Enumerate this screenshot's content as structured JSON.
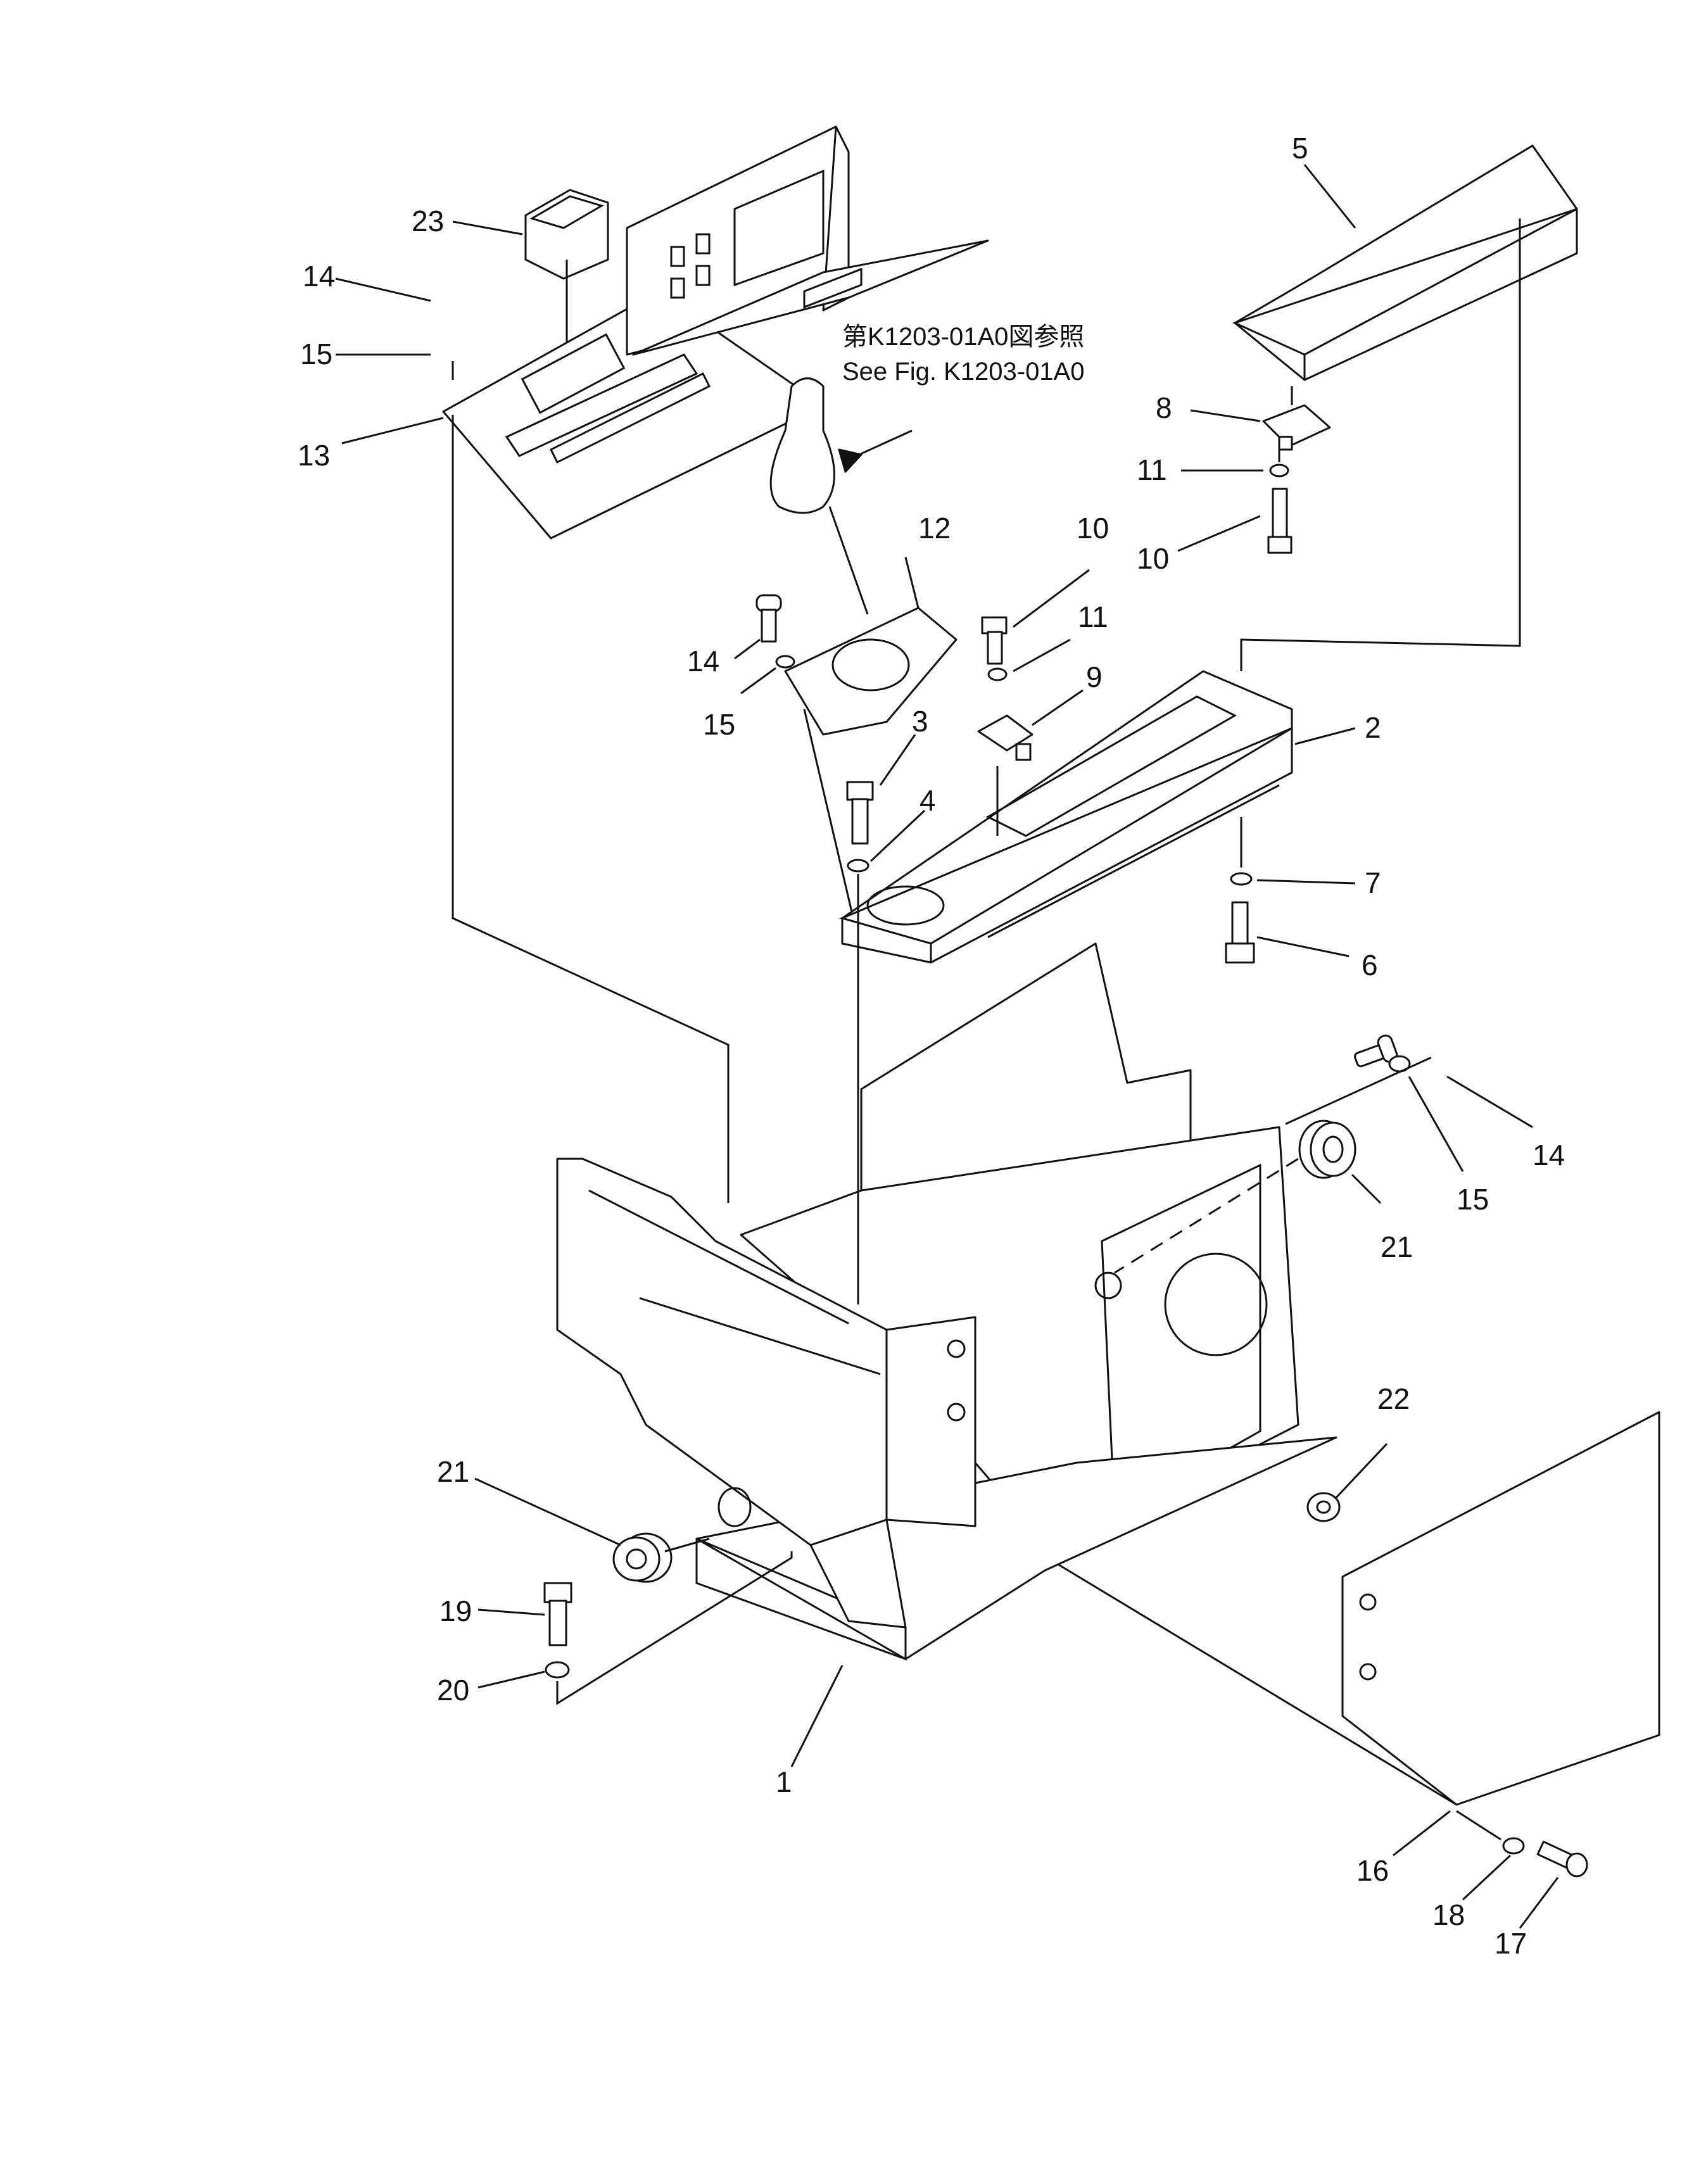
{
  "diagram": {
    "note": {
      "jp": "第K1203-01A0図参照",
      "en": "See  Fig. K1203-01A0"
    },
    "callouts": {
      "c23": "23",
      "c14a": "14",
      "c15a": "15",
      "c13": "13",
      "c5": "5",
      "c8": "8",
      "c11a": "11",
      "c10a": "10",
      "c12": "12",
      "c10b": "10",
      "c11b": "11",
      "c9": "9",
      "c14b": "14",
      "c15b": "15",
      "c3": "3",
      "c4": "4",
      "c2": "2",
      "c7": "7",
      "c6": "6",
      "c14c": "14",
      "c15c": "15",
      "c21a": "21",
      "c22": "22",
      "c21b": "21",
      "c19": "19",
      "c20": "20",
      "c1": "1",
      "c16": "16",
      "c18": "18",
      "c17": "17"
    }
  }
}
